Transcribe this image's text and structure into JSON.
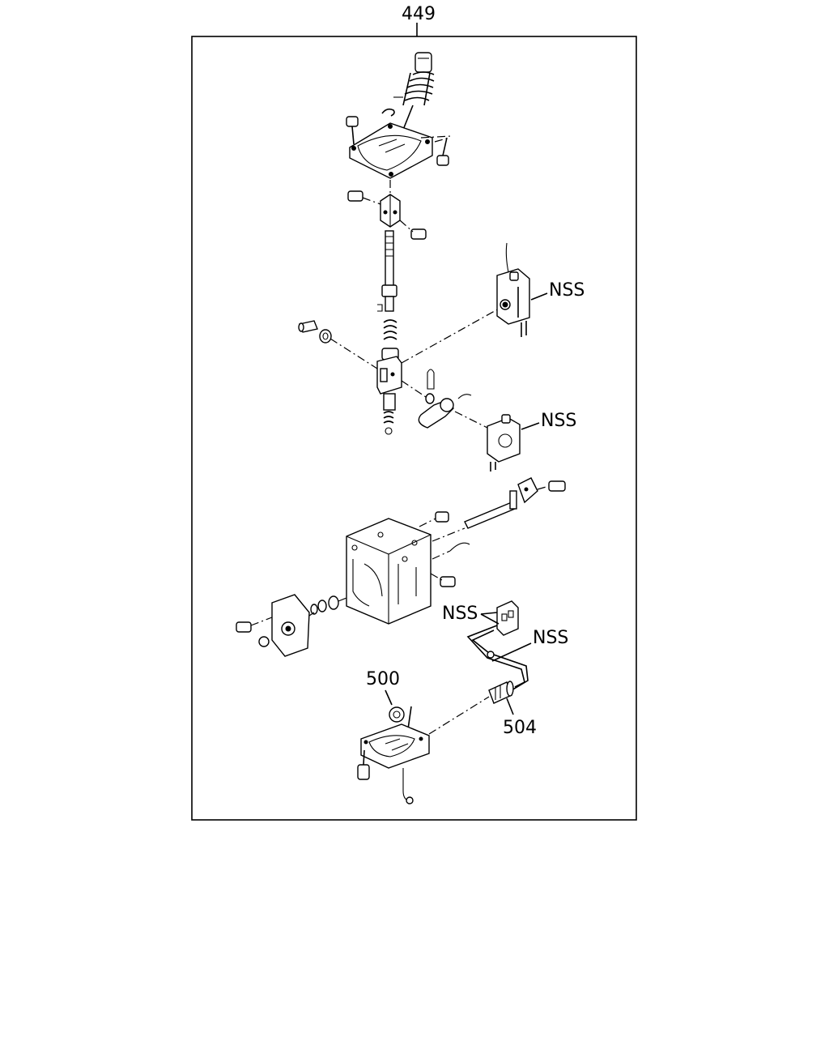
{
  "diagram": {
    "group_number": "449",
    "callouts": {
      "nss_upper_switch": "NSS",
      "nss_lower_switch": "NSS",
      "nss_connector": "NSS",
      "nss_cable": "NSS",
      "part_500": "500",
      "part_504": "504"
    }
  }
}
